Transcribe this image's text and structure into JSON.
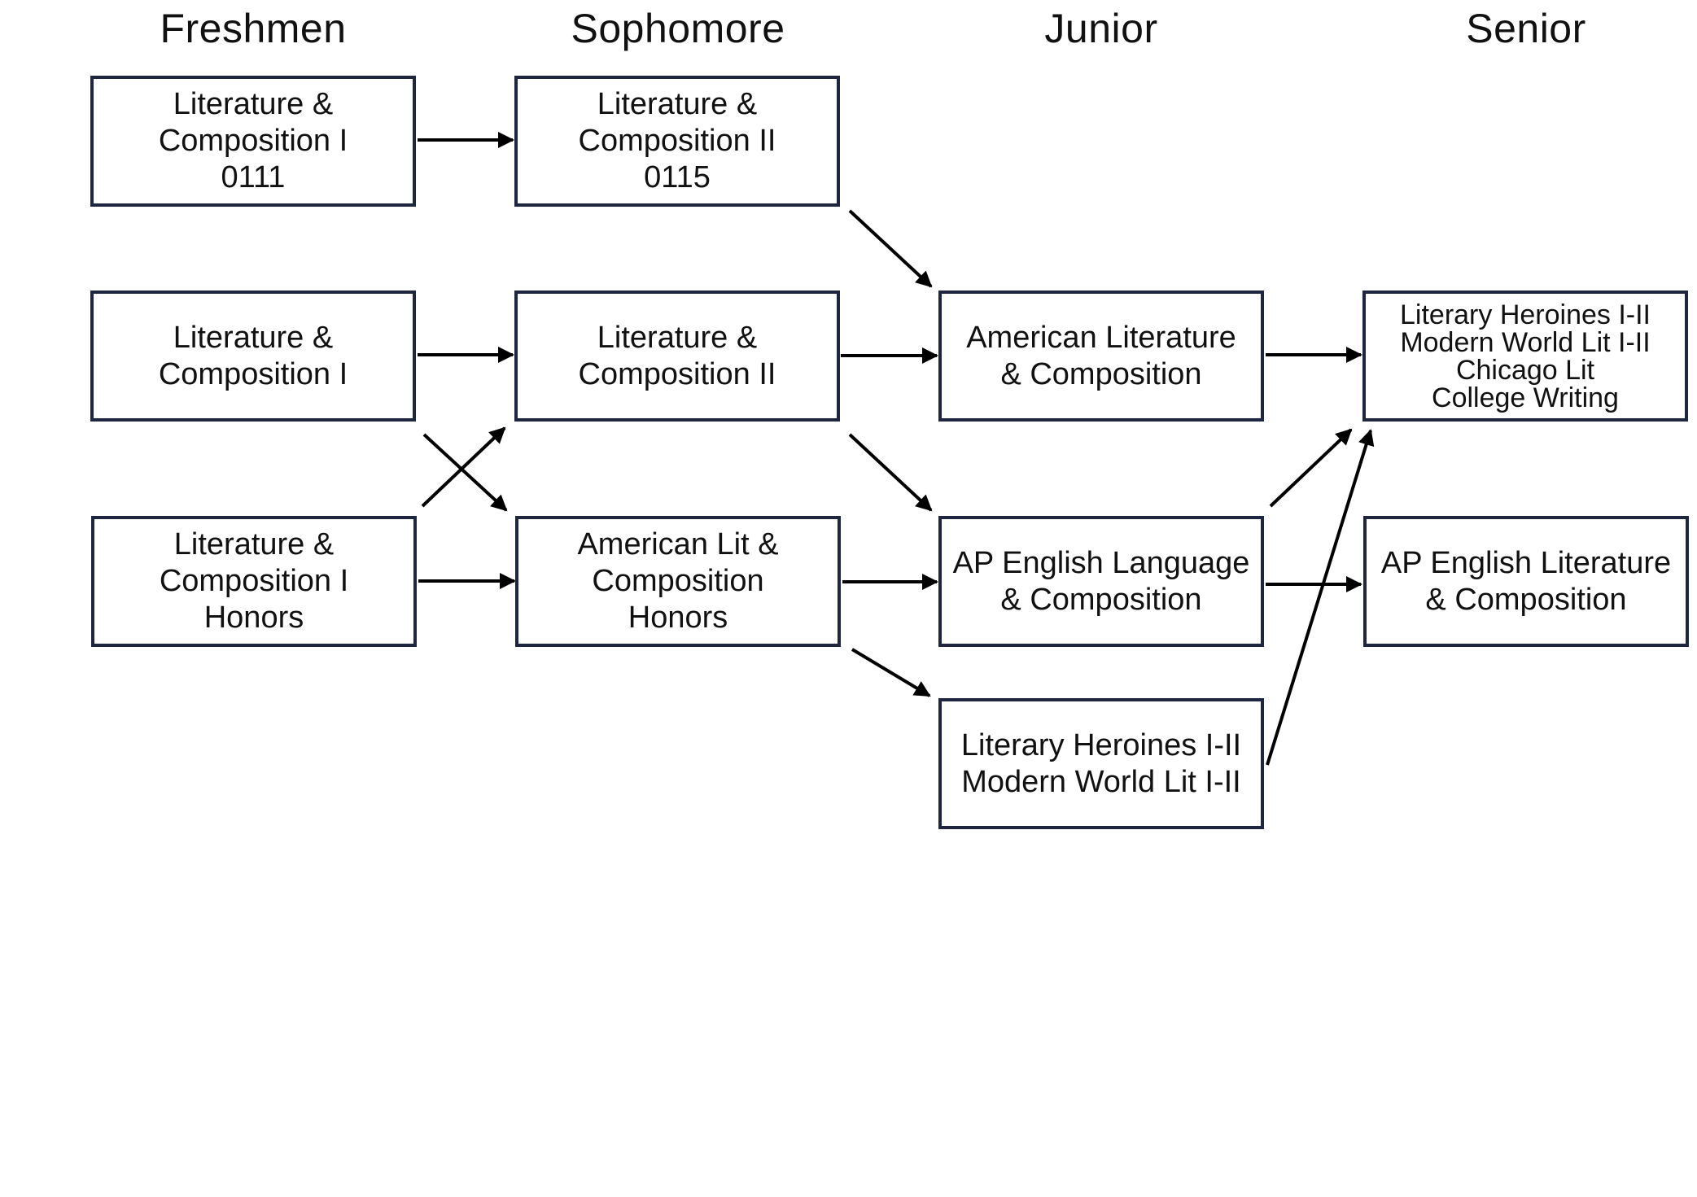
{
  "columns": [
    "Freshmen",
    "Sophomore",
    "Junior",
    "Senior"
  ],
  "nodes": {
    "fr_lc1_0111": "Literature &\nComposition I\n0111",
    "so_lc2_0115": "Literature &\nComposition II\n0115",
    "fr_lc1": "Literature &\nComposition I",
    "so_lc2": "Literature &\nComposition II",
    "jr_american": "American Literature\n& Composition",
    "sr_electives": "Literary Heroines I-II\nModern World Lit I-II\nChicago Lit\nCollege Writing",
    "fr_lc1_honors": "Literature &\nComposition I\nHonors",
    "so_american_honors": "American Lit &\nComposition\nHonors",
    "jr_ap_language": "AP English Language\n& Composition",
    "sr_ap_literature": "AP English Literature\n& Composition",
    "jr_heroines_world": "Literary Heroines I-II\nModern World Lit I-II"
  },
  "links": [
    {
      "from": "fr_lc1_0111",
      "to": "so_lc2_0115"
    },
    {
      "from": "so_lc2_0115",
      "to": "jr_american"
    },
    {
      "from": "fr_lc1",
      "to": "so_lc2"
    },
    {
      "from": "fr_lc1",
      "to": "so_american_honors"
    },
    {
      "from": "fr_lc1_honors",
      "to": "so_lc2"
    },
    {
      "from": "fr_lc1_honors",
      "to": "so_american_honors"
    },
    {
      "from": "so_lc2",
      "to": "jr_american"
    },
    {
      "from": "so_lc2",
      "to": "jr_ap_language"
    },
    {
      "from": "so_american_honors",
      "to": "jr_ap_language"
    },
    {
      "from": "so_american_honors",
      "to": "jr_heroines_world"
    },
    {
      "from": "jr_american",
      "to": "sr_electives"
    },
    {
      "from": "jr_ap_language",
      "to": "sr_electives"
    },
    {
      "from": "jr_ap_language",
      "to": "sr_ap_literature"
    },
    {
      "from": "jr_heroines_world",
      "to": "sr_electives"
    }
  ],
  "colors": {
    "box_border": "#1e2640",
    "arrow": "#000000"
  }
}
